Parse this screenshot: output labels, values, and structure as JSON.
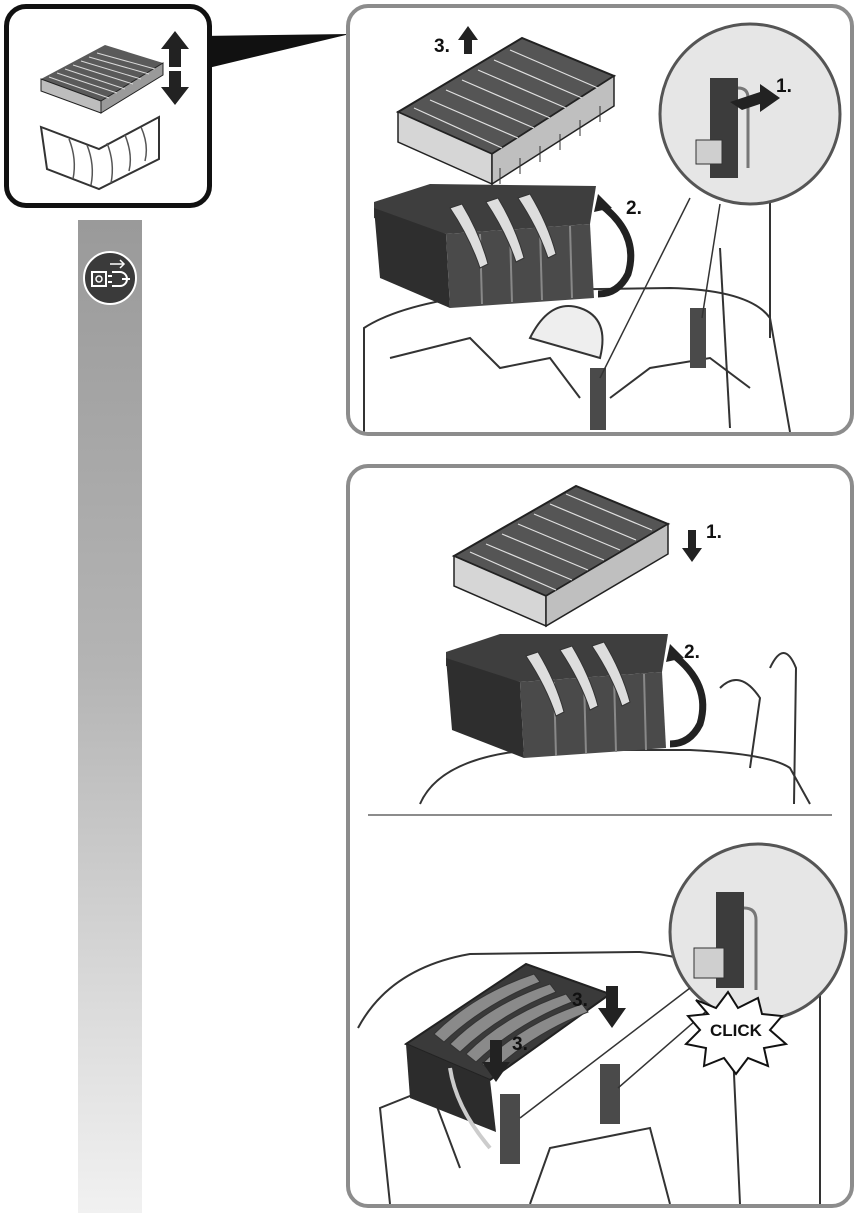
{
  "top_panel": {
    "steps": [
      "1.",
      "2.",
      "3."
    ]
  },
  "bottom_panel": {
    "upper_steps": [
      "1.",
      "2."
    ],
    "lower_steps": [
      "3.",
      "3."
    ],
    "click_text": "CLICK"
  },
  "icons": {
    "sidebar": "disconnect-plug-icon",
    "callout": "filter-up-down-icon"
  },
  "colors": {
    "sidebar_gray": "#9a9a9a",
    "panel_border": "#8c8c8c",
    "filter_dark": "#4a4a4a"
  }
}
